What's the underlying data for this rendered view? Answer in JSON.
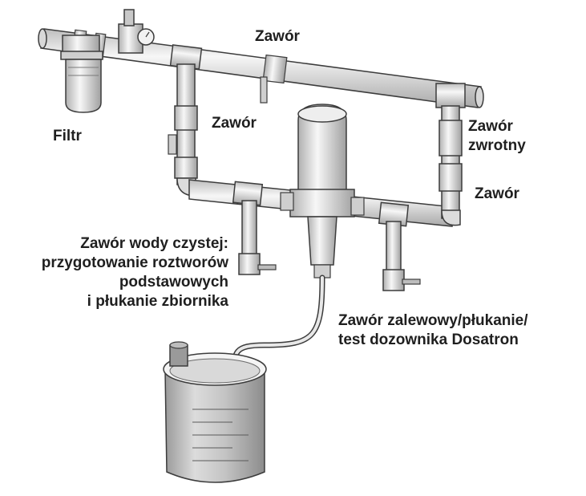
{
  "labels": {
    "valve_top": "Zawór",
    "valve_middle": "Zawór",
    "filter": "Filtr",
    "check_valve_line1": "Zawór",
    "check_valve_line2": "zwrotny",
    "valve_right": "Zawór",
    "clean_water_line1": "Zawór wody czystej:",
    "clean_water_line2": "przygotowanie roztworów",
    "clean_water_line3": "podstawowych",
    "clean_water_line4": "i płukanie zbiornika",
    "flush_line1": "Zawór zalewowy/płukanie/",
    "flush_line2": "test dozownika Dosatron"
  },
  "colors": {
    "pipe_fill": "#e6e6e6",
    "pipe_stroke": "#3c3c3c",
    "label_text": "#1f1f1f"
  }
}
